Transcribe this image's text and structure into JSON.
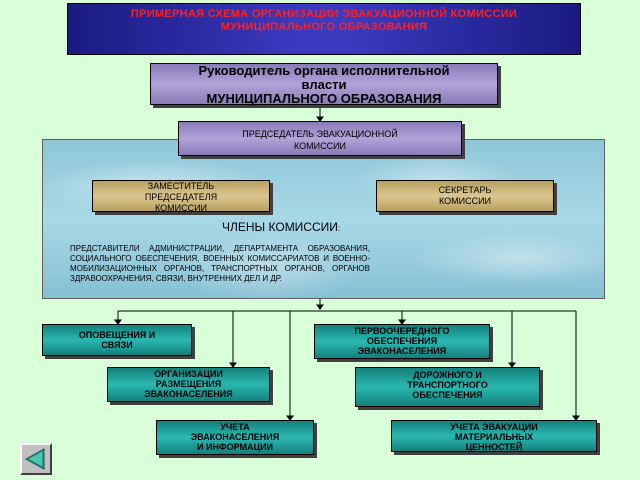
{
  "title": {
    "line1": "ПРИМЕРНАЯ СХЕМА ОРГАНИЗАЦИИ ЭВАКУАЦИОННОЙ КОМИССИИ",
    "line2": "МУНИЦИПАЛЬНОГО ОБРАЗОВАНИЯ"
  },
  "head": {
    "line1": "Руководитель органа исполнительной",
    "line2": "власти",
    "line3": "МУНИЦИПАЛЬНОГО ОБРАЗОВАНИЯ"
  },
  "chairman": {
    "line1": "ПРЕДСЕДАТЕЛЬ ЭВАКУАЦИОННОЙ",
    "line2": "КОМИССИИ"
  },
  "deputy": {
    "line1": "ЗАМЕСТИТЕЛЬ",
    "line2": "ПРЕДСЕДАТЕЛЯ",
    "line3": "КОМИССИИ"
  },
  "secretary": {
    "line1": "СЕКРЕТАРЬ",
    "line2": "КОМИССИИ"
  },
  "members": {
    "title": "ЧЛЕНЫ КОМИССИИ",
    "title_suffix": ":",
    "text": "ПРЕДСТАВИТЕЛИ АДМИНИСТРАЦИИ, ДЕПАРТАМЕНТА ОБРАЗОВАНИЯ, СОЦИАЛЬНОГО ОБЕСПЕЧЕНИЯ, ВОЕННЫХ КОМИССАРИАТОВ И ВОЕННО-МОБИЛИЗАЦИОННЫХ ОРГАНОВ, ТРАНСПОРТНЫХ ОРГАНОВ, ОРГАНОВ ЗДРАВООХРАНЕНИЯ, СВЯЗИ, ВНУТРЕННИХ ДЕЛ И ДР."
  },
  "groups": [
    {
      "line1": "ОПОВЕЩЕНИЯ И",
      "line2": "СВЯЗИ",
      "line3": ""
    },
    {
      "line1": "ПЕРВООЧЕРЕДНОГО",
      "line2": "ОБЕСПЕЧЕНИЯ",
      "line3": "ЭВАКОНАСЕЛЕНИЯ"
    },
    {
      "line1": "ОРГАНИЗАЦИИ",
      "line2": "РАЗМЕЩЕНИЯ",
      "line3": "ЭВАКОНАСЕЛЕНИЯ"
    },
    {
      "line1": "ДОРОЖНОГО И",
      "line2": "ТРАНСПОРТНОГО",
      "line3": "ОБЕСПЕЧЕНИЯ"
    },
    {
      "line1": "УЧЕТА",
      "line2": "ЭВАКОНАСЕЛЕНИЯ",
      "line3": "И ИНФОРМАЦИИ"
    },
    {
      "line1": "УЧЕТА ЭВАКУАЦИИ",
      "line2": "МАТЕРИАЛЬНЫХ",
      "line3": "ЦЕННОСТЕЙ"
    }
  ],
  "nav": {
    "icon": "back-arrow-icon"
  },
  "colors": {
    "title_bg": "#3a3ac0",
    "title_text": "#ff2020",
    "purple_box": "#b0a4d8",
    "tan_box": "#dcc690",
    "teal_box": "#2ab8b0",
    "background": "#d8ffd8"
  }
}
